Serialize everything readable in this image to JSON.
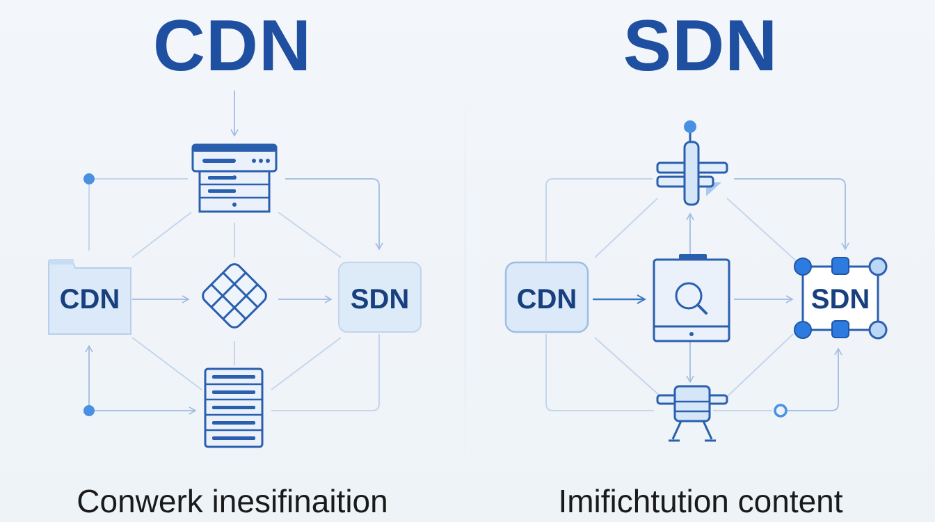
{
  "left": {
    "title": "CDN",
    "caption": "Conwerk inesifinaition",
    "box_left_label": "CDN",
    "box_right_label": "SDN"
  },
  "right": {
    "title": "SDN",
    "caption": "Imifichtution content",
    "box_left_label": "CDN",
    "box_right_label": "SDN"
  },
  "colors": {
    "title": "#1f4fa0",
    "accent": "#2e7be0",
    "stroke": "#2a5fae",
    "line": "#bcd0e8"
  },
  "icons": {
    "left_top": "server-icon",
    "left_center": "grid-diamond-icon",
    "left_bottom": "server-rack-icon",
    "left_folder": "folder-icon",
    "right_top": "junction-icon",
    "right_center": "monitor-search-icon",
    "right_bottom": "node-device-icon"
  }
}
